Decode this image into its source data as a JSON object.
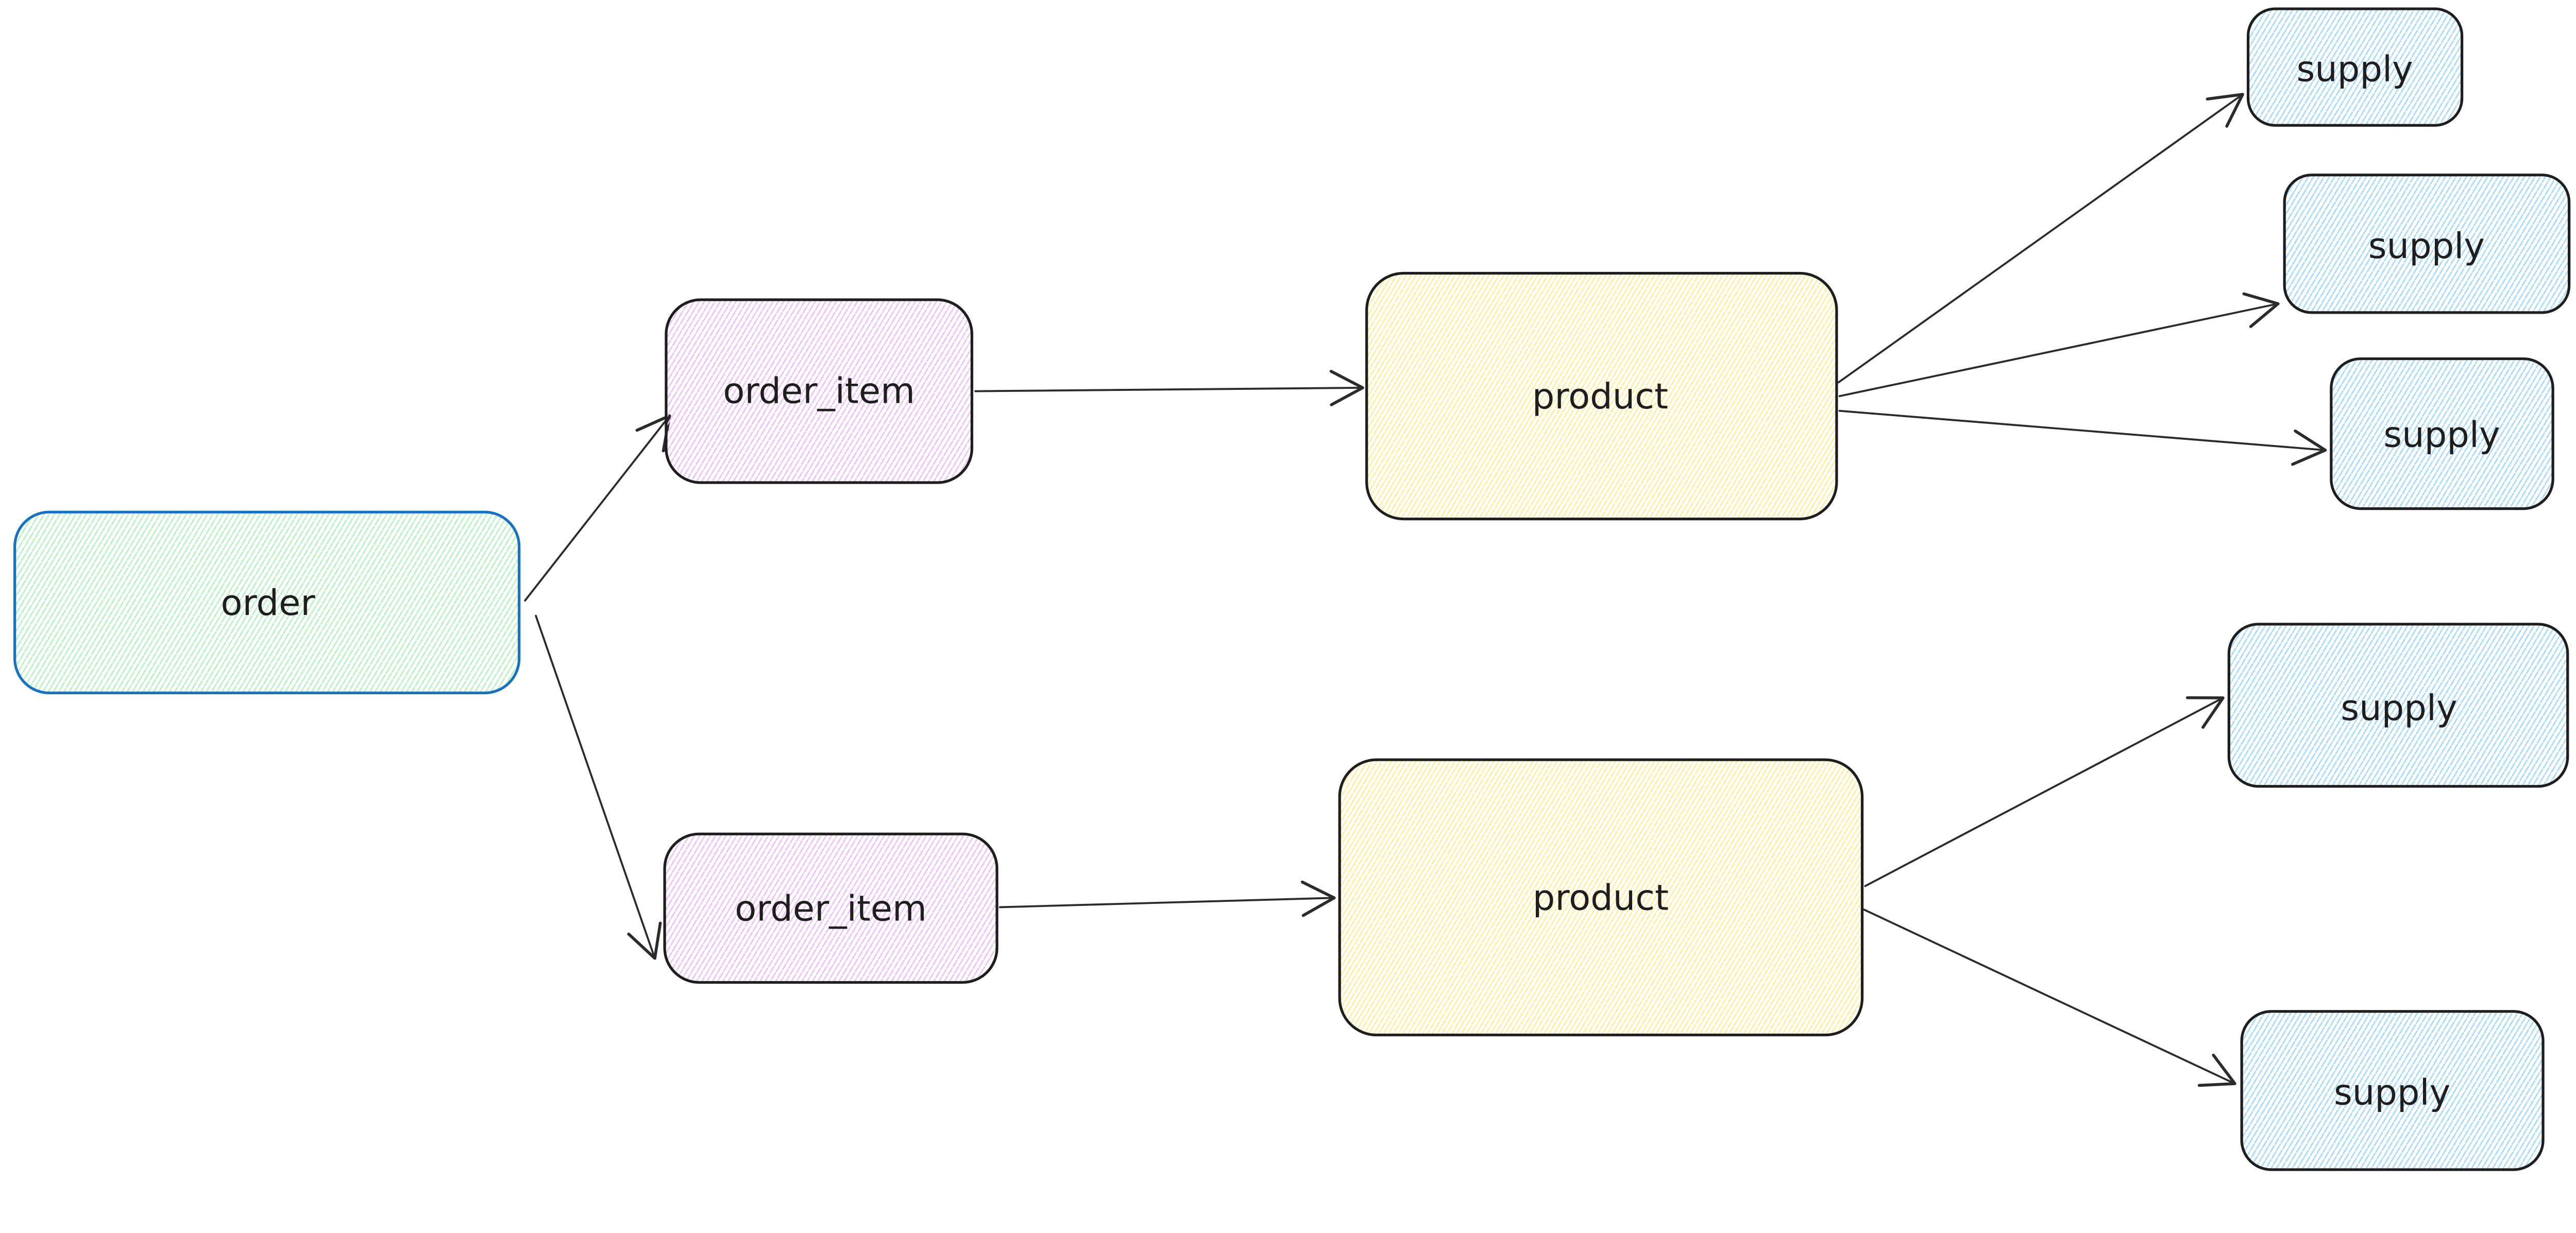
{
  "diagram": {
    "background": "#ffffff",
    "colors": {
      "order_stroke": "#1971c2",
      "default_stroke": "#1e1e1e",
      "arrow_stroke": "#2b2b2b",
      "order_fill": "#b2f2bb",
      "order_item_fill": "#eebefa",
      "product_fill": "#ffec99",
      "supply_fill": "#a5d8ff",
      "text": "#1e1e1e"
    },
    "nodes": [
      {
        "id": "order",
        "label": "order",
        "fill_color_name": "green",
        "stroke_color_name": "blue"
      },
      {
        "id": "order_item_top",
        "label": "order_item",
        "fill_color_name": "violet",
        "stroke_color_name": "black"
      },
      {
        "id": "order_item_bottom",
        "label": "order_item",
        "fill_color_name": "violet",
        "stroke_color_name": "black"
      },
      {
        "id": "product_top",
        "label": "product",
        "fill_color_name": "yellow",
        "stroke_color_name": "black"
      },
      {
        "id": "product_bottom",
        "label": "product",
        "fill_color_name": "yellow",
        "stroke_color_name": "black"
      },
      {
        "id": "supply_1",
        "label": "supply",
        "fill_color_name": "blue",
        "stroke_color_name": "black"
      },
      {
        "id": "supply_2",
        "label": "supply",
        "fill_color_name": "blue",
        "stroke_color_name": "black"
      },
      {
        "id": "supply_3",
        "label": "supply",
        "fill_color_name": "blue",
        "stroke_color_name": "black"
      },
      {
        "id": "supply_4",
        "label": "supply",
        "fill_color_name": "blue",
        "stroke_color_name": "black"
      },
      {
        "id": "supply_5",
        "label": "supply",
        "fill_color_name": "blue",
        "stroke_color_name": "black"
      }
    ],
    "edges": [
      {
        "from": "order",
        "to": "order_item_top"
      },
      {
        "from": "order",
        "to": "order_item_bottom"
      },
      {
        "from": "order_item_top",
        "to": "product_top"
      },
      {
        "from": "order_item_bottom",
        "to": "product_bottom"
      },
      {
        "from": "product_top",
        "to": "supply_1"
      },
      {
        "from": "product_top",
        "to": "supply_2"
      },
      {
        "from": "product_top",
        "to": "supply_3"
      },
      {
        "from": "product_bottom",
        "to": "supply_4"
      },
      {
        "from": "product_bottom",
        "to": "supply_5"
      }
    ]
  }
}
